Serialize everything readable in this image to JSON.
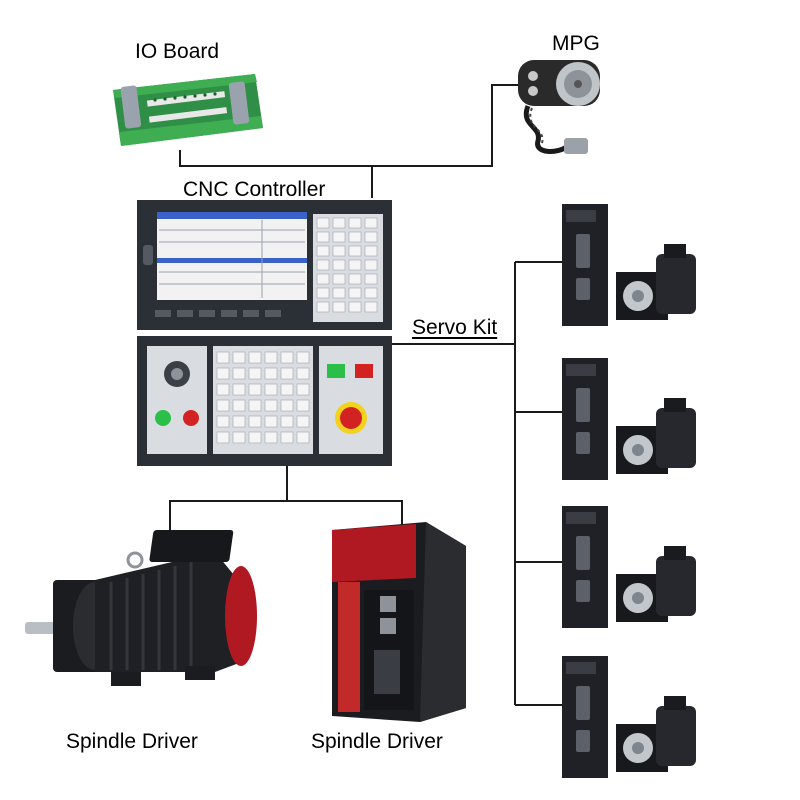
{
  "labels": {
    "io_board": "IO Board",
    "mpg": "MPG",
    "cnc_controller": "CNC Controller",
    "servo_kit": "Servo Kit",
    "spindle_motor": "Spindle Driver",
    "spindle_driver": "Spindle Driver"
  },
  "colors": {
    "wire": "#1a1a1a",
    "pcb_green": "#2f8f46",
    "terminal_green": "#3fae52",
    "controller_body": "#2b2f36",
    "screen_blue": "#3a62c9",
    "motor_red": "#b01822",
    "estop_red": "#d32222",
    "start_green": "#2bbf4a"
  },
  "icons": {
    "io_board": "io-board-image",
    "mpg": "handwheel-pendant-image",
    "cnc_controller": "cnc-controller-image",
    "servo_driver": "servo-driver-image",
    "servo_motor": "servo-motor-image",
    "spindle_motor": "spindle-motor-image",
    "spindle_driver": "spindle-driver-image"
  },
  "servo_count": 4
}
